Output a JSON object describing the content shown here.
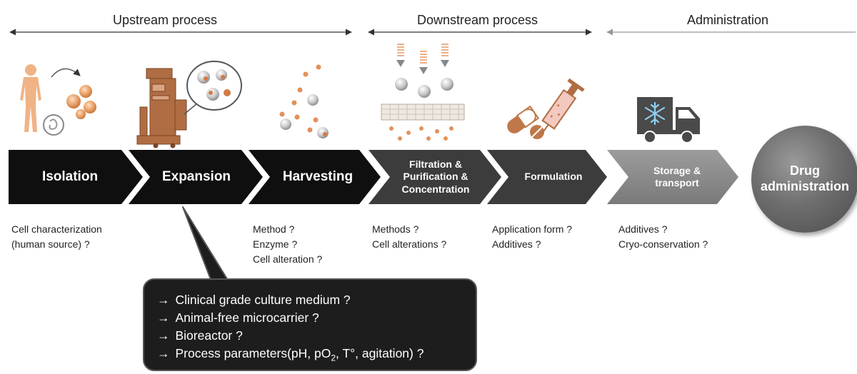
{
  "sections": {
    "upstream": "Upstream process",
    "downstream": "Downstream process",
    "administration": "Administration"
  },
  "steps": [
    {
      "label": "Isolation"
    },
    {
      "label": "Expansion"
    },
    {
      "label": "Harvesting"
    },
    {
      "label_lines": [
        "Filtration &",
        "Purification &",
        "Concentration"
      ]
    },
    {
      "label": "Formulation"
    },
    {
      "label_lines": [
        "Storage &",
        "transport"
      ]
    }
  ],
  "final_step": {
    "line1": "Drug",
    "line2": "administration"
  },
  "notes": {
    "isolation": [
      "Cell characterization",
      "(human source) ?"
    ],
    "harvesting": [
      "Method ?",
      "Enzyme ?",
      "Cell alteration ?"
    ],
    "filtration": [
      "Methods ?",
      "Cell alterations ?"
    ],
    "formulation": [
      "Application form ?",
      "Additives ?"
    ],
    "storage": [
      "Additives ?",
      "Cryo-conservation ?"
    ]
  },
  "callout": {
    "arrow_symbol": "→",
    "items": [
      "Clinical grade culture medium ?",
      "Animal-free microcarrier ?",
      "Bioreactor ?"
    ],
    "last_item_prefix": "Process parameters(pH, pO",
    "last_item_subscript": "2",
    "last_item_suffix": ", T°, agitation) ?"
  },
  "colors": {
    "chevron_black": "#0f0f0f",
    "chevron_dark": "#3c3c3c",
    "chevron_gray": "#8c8c8c",
    "cell_orange": "#e1915a",
    "icon_brown": "#b06d43",
    "icon_gray": "#555555"
  },
  "icons": [
    "human-figure-icon",
    "embryo-icon",
    "cell-cluster-icon",
    "bioreactor-icon",
    "magnifier-bubble-icon",
    "scattered-cells-icon",
    "filter-mesh-icon",
    "pill-capsule-icon",
    "syringe-icon",
    "refrigerated-truck-icon",
    "snowflake-icon"
  ]
}
